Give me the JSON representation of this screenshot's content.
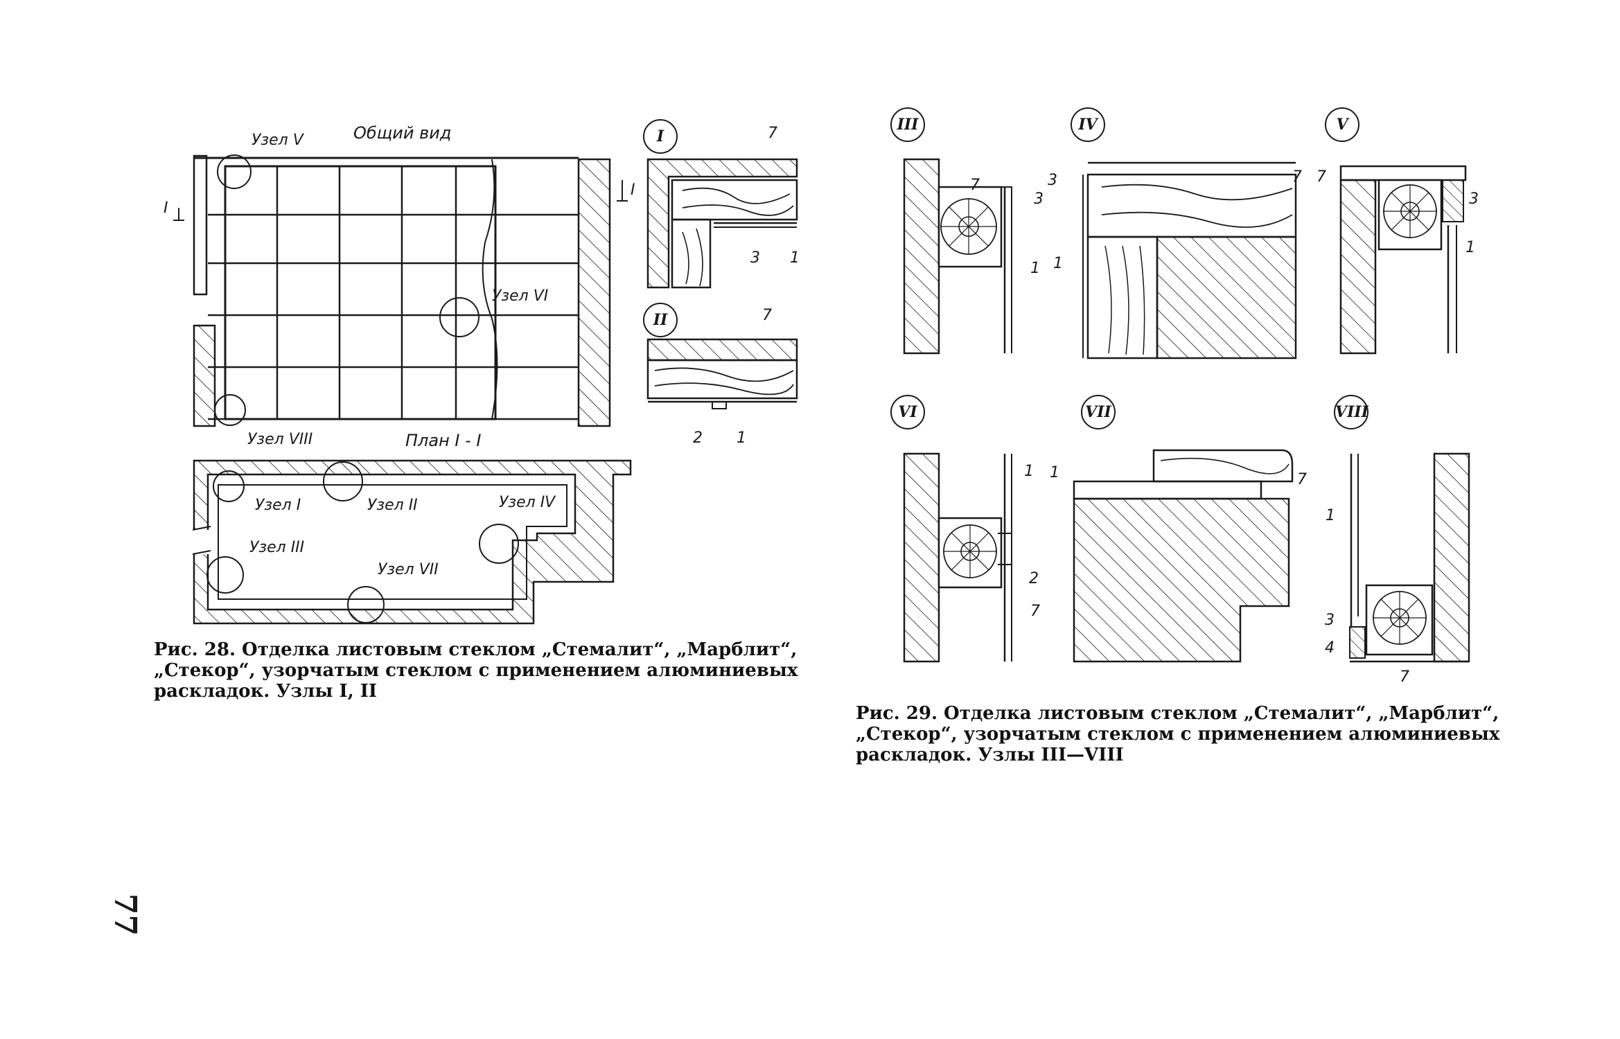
{
  "page_number": "77",
  "fig28": {
    "general_view_label": "Общий вид",
    "plan_label": "План I - I",
    "section_mark": "I",
    "node_labels": {
      "v": "Узел V",
      "vi": "Узел VI",
      "viii": "Узел VIII",
      "i": "Узел I",
      "ii": "Узел II",
      "iii": "Узел III",
      "iv": "Узел IV",
      "vii": "Узел VII"
    },
    "detail_I": {
      "id": "I",
      "callouts": [
        "7",
        "3",
        "1"
      ]
    },
    "detail_II": {
      "id": "II",
      "callouts": [
        "7",
        "2",
        "1"
      ]
    },
    "caption": [
      "Рис. 28. Отделка листовым стеклом „Стемалит“, „Марблит“,",
      "„Стекор“, узорчатым стеклом с применением алюминиевых",
      "раскладок. Узлы I, II"
    ]
  },
  "fig29": {
    "details": [
      {
        "id": "III",
        "callouts": [
          "7",
          "3",
          "1"
        ]
      },
      {
        "id": "IV",
        "callouts": [
          "3",
          "7",
          "1"
        ]
      },
      {
        "id": "V",
        "callouts": [
          "7",
          "3",
          "1"
        ]
      },
      {
        "id": "VI",
        "callouts": [
          "1",
          "2",
          "7"
        ]
      },
      {
        "id": "VII",
        "callouts": [
          "1",
          "7"
        ]
      },
      {
        "id": "VIII",
        "callouts": [
          "1",
          "3",
          "4",
          "7"
        ]
      }
    ],
    "caption": [
      "Рис. 29. Отделка листовым стеклом „Стемалит“, „Марблит“,",
      "„Стекор“, узорчатым стеклом с применением алюминиевых",
      "раскладок. Узлы III—VIII"
    ]
  }
}
